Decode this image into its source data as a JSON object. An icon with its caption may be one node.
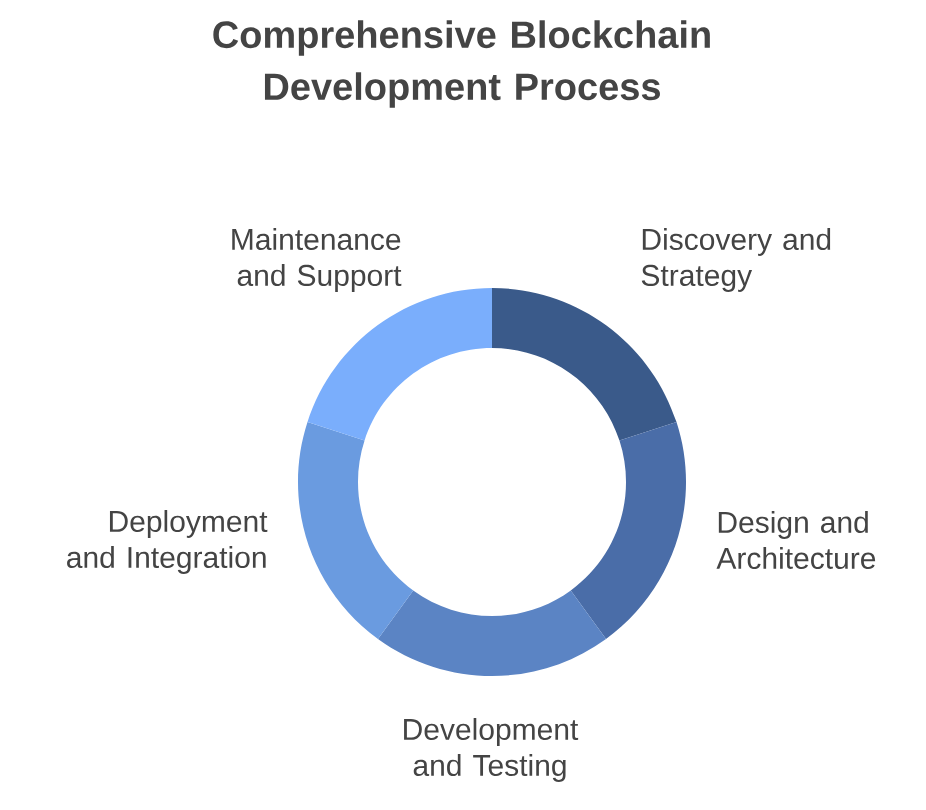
{
  "diagram": {
    "title": "Comprehensive Blockchain Development Process",
    "nodes": [
      {
        "text": [
          "Discovery and Strategy"
        ]
      },
      {
        "text": [
          "Design and Architecture"
        ]
      },
      {
        "text": [
          "Development and Testing"
        ]
      },
      {
        "text": [
          "Deployment and Integration"
        ]
      },
      {
        "text": [
          "Maintenance and Support"
        ]
      }
    ]
  }
}
